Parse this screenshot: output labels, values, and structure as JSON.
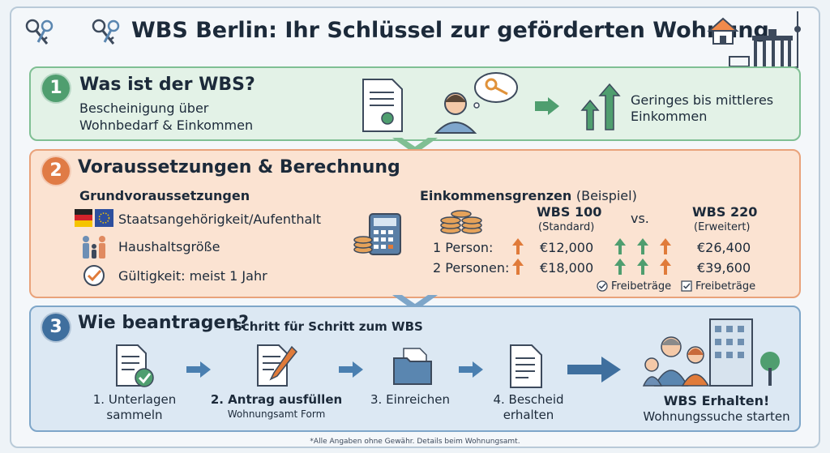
{
  "header": {
    "title": "WBS Berlin: Ihr Schlüssel zur geförderten Wohnung"
  },
  "section1": {
    "number": "1",
    "title": "Was ist der WBS?",
    "desc_line1": "Bescheinigung über",
    "desc_line2": "Wohnbedarf & Einkommen",
    "income_line1": "Geringes bis mittleres",
    "income_line2": "Einkommen"
  },
  "section2": {
    "number": "2",
    "title": "Voraussetzungen & Berechnung",
    "requirements_title": "Grundvoraussetzungen",
    "requirements": [
      "Staatsangehörigkeit/Aufenthalt",
      "Haushaltsgröße",
      "Gültigkeit: meist 1 Jahr"
    ],
    "limits_title": "Einkommensgrenzen",
    "limits_note": "(Beispiel)",
    "wbs100_title": "WBS 100",
    "wbs100_sub": "(Standard)",
    "vs": "vs.",
    "wbs220_title": "WBS 220",
    "wbs220_sub": "(Erweitert)",
    "rows": [
      {
        "label": "1 Person:",
        "wbs100": "€12,000",
        "wbs220": "€26,400"
      },
      {
        "label": "2 Personen:",
        "wbs100": "€18,000",
        "wbs220": "€39,600"
      }
    ],
    "allowance1": "Freibeträge",
    "allowance2": "Freibeträge"
  },
  "section3": {
    "number": "3",
    "title": "Wie beantragen?",
    "subtitle": "Schritt für Schritt zum WBS",
    "steps": [
      {
        "line1": "1. Unterlagen",
        "line2": "sammeln"
      },
      {
        "line1": "2. Antrag ausfüllen",
        "line2": "Wohnungsamt Form"
      },
      {
        "line1": "3. Einreichen",
        "line2": ""
      },
      {
        "line1": "4. Bescheid",
        "line2": "erhalten"
      }
    ],
    "result_line1": "WBS Erhalten!",
    "result_line2": "Wohnungssuche starten"
  },
  "footer": {
    "note": "*Alle Angaben ohne Gewähr. Details beim Wohnungsamt."
  },
  "colors": {
    "green_card": "#e3f2e7",
    "green_border": "#7fbf93",
    "green_num": "#4f9e6f",
    "orange_card": "#fbe3d2",
    "orange_border": "#e9a27a",
    "orange_num": "#e07b45",
    "blue_card": "#dce8f3",
    "blue_border": "#7ea6c9",
    "blue_num": "#3f6f9e",
    "arrow_orange": "#e07b3a",
    "arrow_green": "#4f9e6f",
    "arrow_blue": "#4a7fb0"
  }
}
